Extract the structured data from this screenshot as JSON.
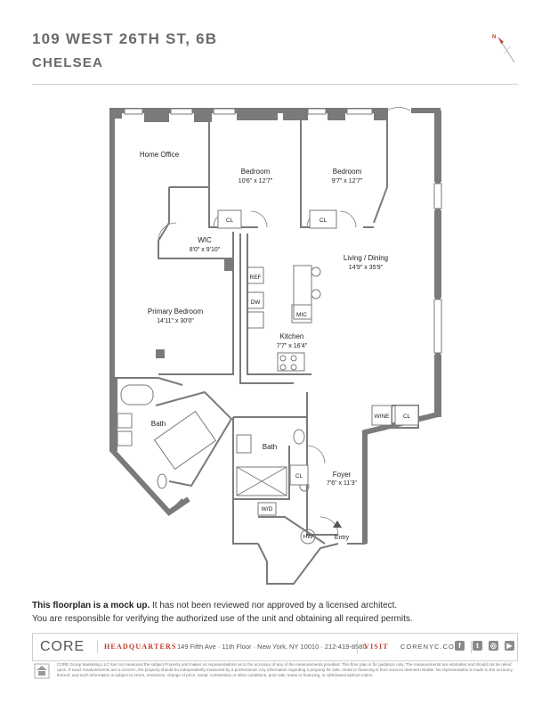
{
  "header": {
    "title": "109 WEST 26TH ST, 6B",
    "subtitle": "CHELSEA"
  },
  "compass": {
    "north": "N"
  },
  "rooms": {
    "home_office": {
      "name": "Home Office"
    },
    "bedroom_1": {
      "name": "Bedroom",
      "dims": "10'6\" x 12'7\""
    },
    "bedroom_2": {
      "name": "Bedroom",
      "dims": "9'7\" x 12'7\""
    },
    "wic": {
      "name": "WIC",
      "dims": "8'0\" x 9'10\""
    },
    "living": {
      "name": "Living / Dining",
      "dims": "14'9\" x 35'9\""
    },
    "primary": {
      "name": "Primary Bedroom",
      "dims": "14'11\" x 30'0\""
    },
    "kitchen": {
      "name": "Kitchen",
      "dims": "7'7\" x 16'4\""
    },
    "bath_1": {
      "name": "Bath"
    },
    "bath_2": {
      "name": "Bath"
    },
    "foyer": {
      "name": "Foyer",
      "dims": "7'6\" x 11'3\""
    },
    "entry": {
      "name": "Entry"
    }
  },
  "fixtures": {
    "cl": "CL",
    "ref": "REF",
    "dw": "DW",
    "mic": "MIC",
    "wine": "WINE",
    "wd": "W/D",
    "hw": "HW"
  },
  "disclaimer": {
    "bold": "This floorplan is a mock up.",
    "rest": " It has not been reviewed nor approved by a licensed architect.",
    "line2": "You are responsible for verifying the authorized use of the unit and obtaining all required permits."
  },
  "footer": {
    "logo": "CORE",
    "hq_label": "HEADQUARTERS",
    "hq_address": "149 Fifth Ave · 11th Floor · New York, NY 10010 · 212-419-8580",
    "visit_label": "VISIT",
    "visit_url": "CORENYC.COM",
    "social": [
      "facebook-icon",
      "twitter-icon",
      "instagram-icon",
      "youtube-icon"
    ],
    "legal": "CORE Group Marketing LLC has not measured the subject Property and makes no representations as to the accuracy of any of the measurements provided. This floor plan is for guidance only. The measurements are estimates and should not be relied upon. If exact measurements are a concern, the property should be independently measured by a professional. Any information regarding a property for sale, rental or financing is from sources deemed reliable. No representation is made to the accuracy thereof, and such information is subject to errors, omissions, change of price, rental, commission or other conditions, prior sale, lease or financing, or withdrawal without notice."
  },
  "colors": {
    "wall": "#7a7a7a",
    "accent_red": "#c0392b",
    "title_gray": "#6a6a6a"
  }
}
